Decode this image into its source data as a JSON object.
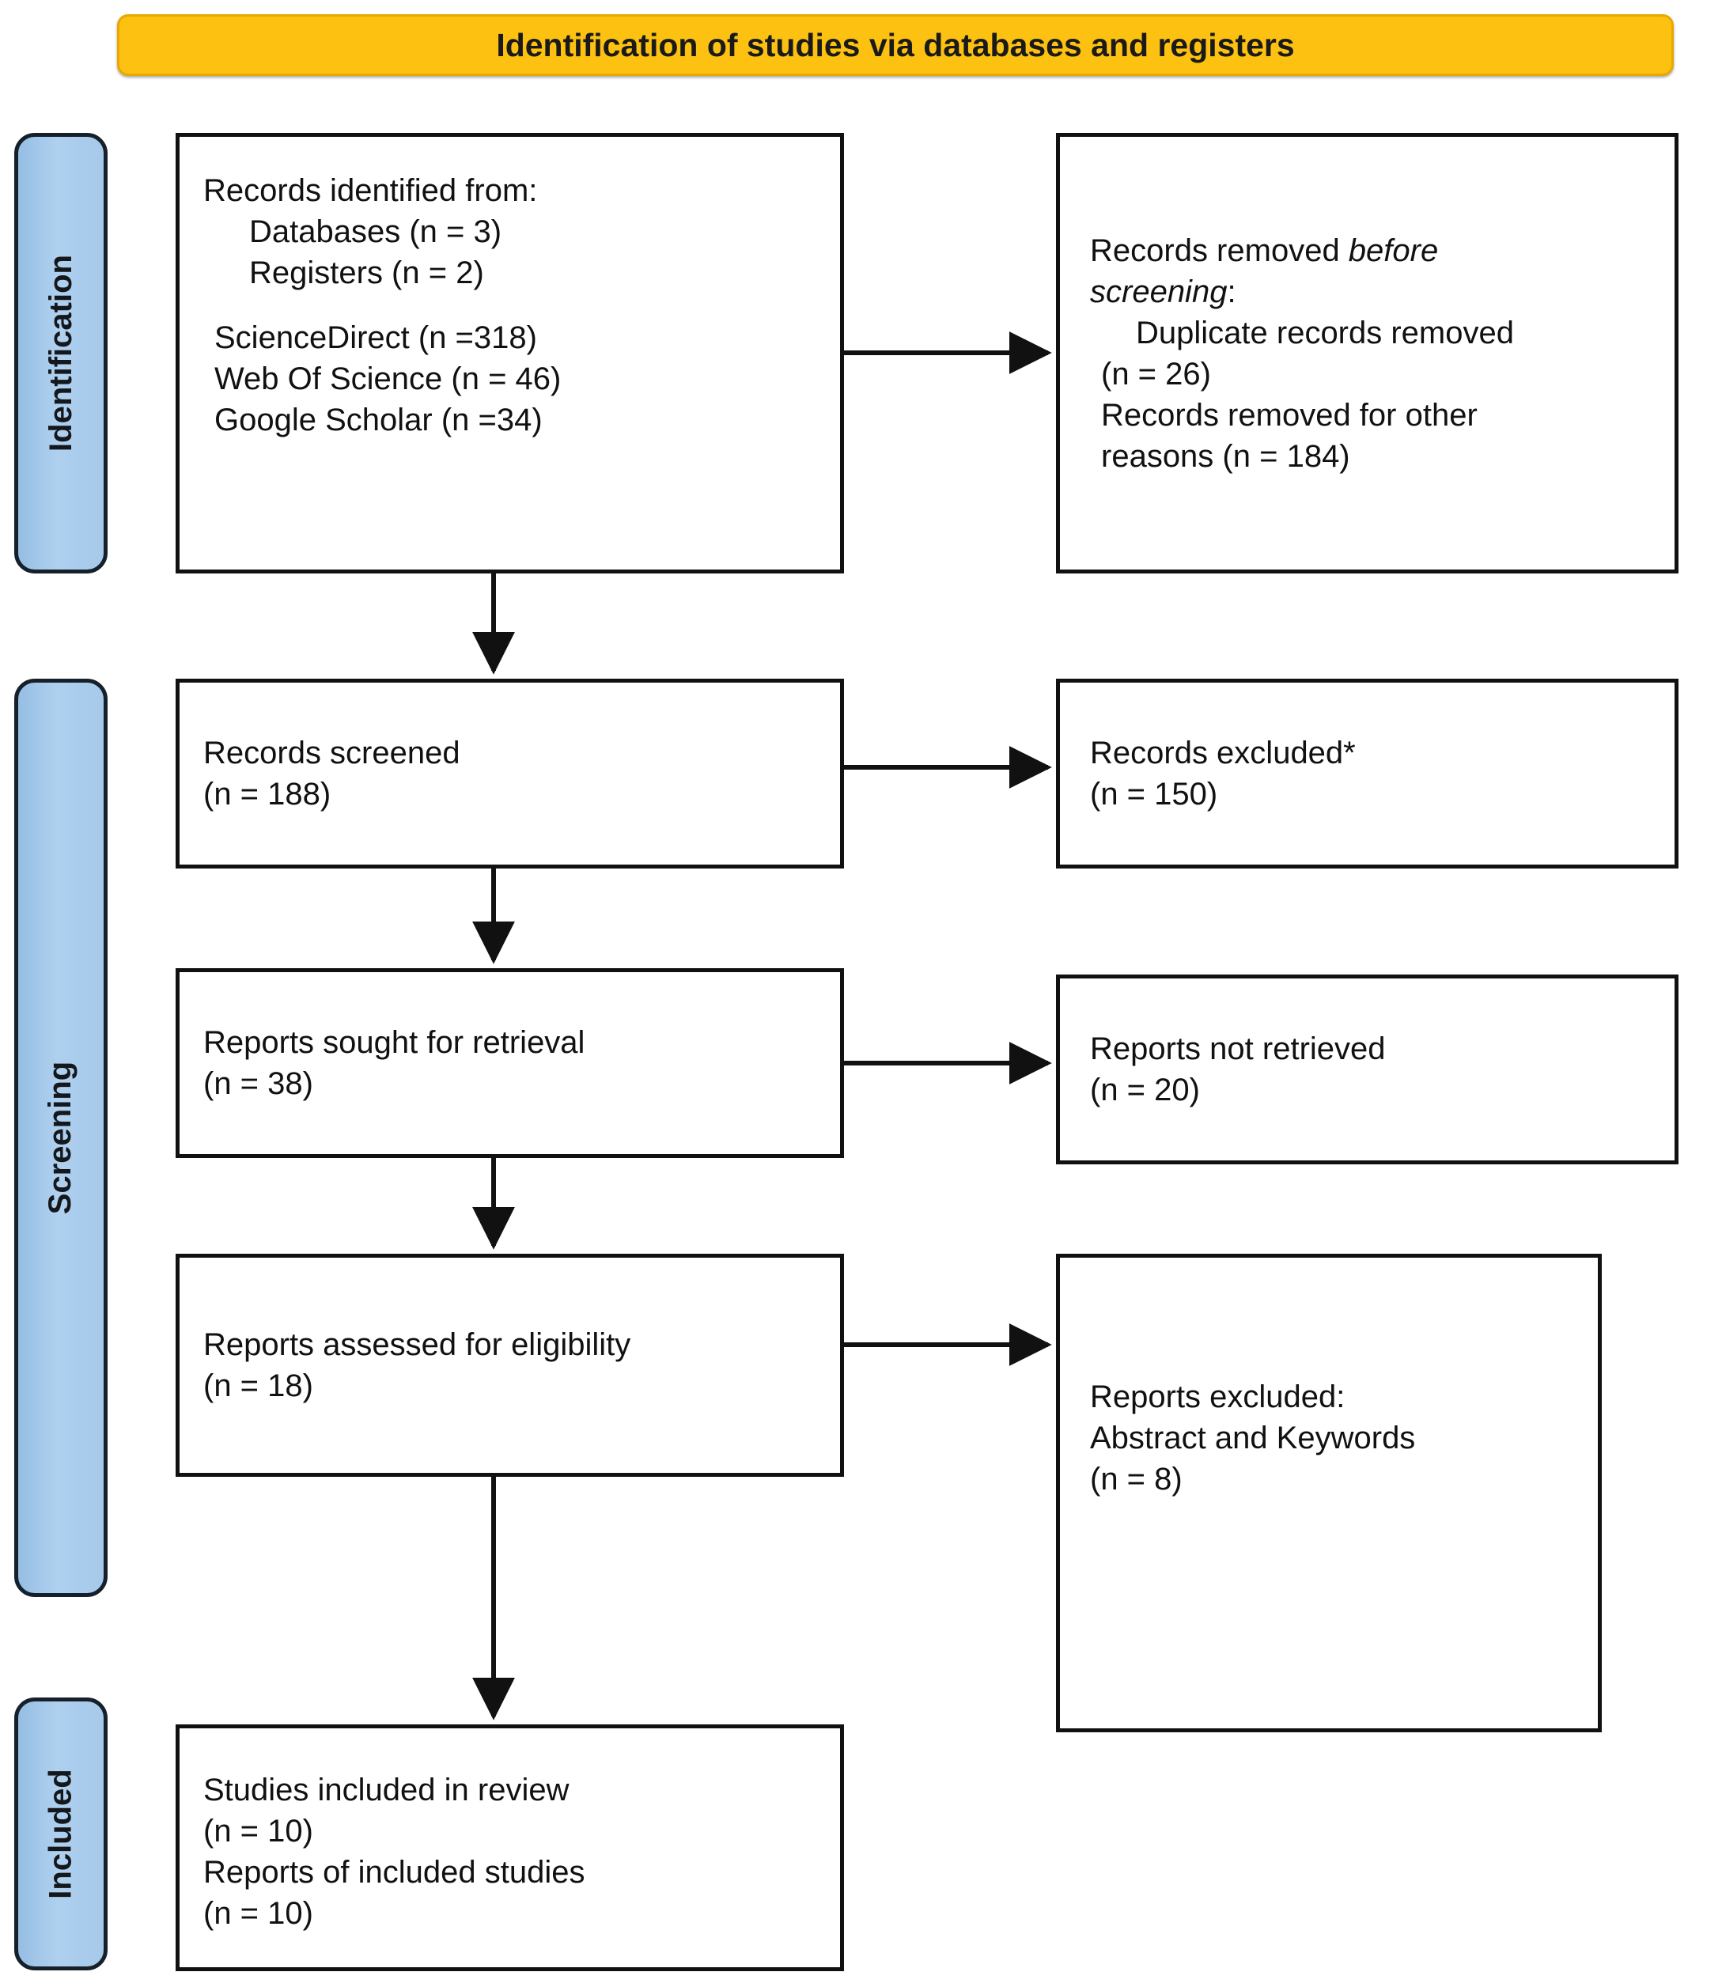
{
  "banner": {
    "title": "Identification of studies via databases and registers",
    "bg_color": "#FDC111"
  },
  "phases": [
    {
      "label": "Identification",
      "color": "#A6C9EA"
    },
    {
      "label": "Screening",
      "color": "#A6C9EA"
    },
    {
      "label": "Included",
      "color": "#A6C9EA"
    }
  ],
  "boxes": {
    "identified": {
      "l1": "Records identified from:",
      "l2": "Databases (n = 3)",
      "l3": "Registers (n = 2)",
      "l4": "ScienceDirect (n =318)",
      "l5": "Web Of Science (n = 46)",
      "l6": "Google Scholar (n =34)"
    },
    "removed_before_screening": {
      "l1a": "Records removed ",
      "l1b": "before",
      "l2a": "screening",
      "l2b": ":",
      "l3": "Duplicate records removed",
      "l4": "(n = 26)",
      "l5": "Records removed for other",
      "l6": "reasons (n = 184)"
    },
    "records_screened": {
      "l1": "Records screened",
      "l2": "(n = 188)"
    },
    "records_excluded": {
      "l1": "Records excluded*",
      "l2": "(n = 150)"
    },
    "reports_sought": {
      "l1": "Reports sought for retrieval",
      "l2": "(n = 38)"
    },
    "reports_not_retrieved": {
      "l1": "Reports not retrieved",
      "l2": "(n = 20)"
    },
    "reports_assessed": {
      "l1": "Reports assessed for eligibility",
      "l2": "(n = 18)"
    },
    "reports_excluded": {
      "l1": "Reports excluded:",
      "l2": " Abstract and Keywords",
      "l3": "(n = 8)"
    },
    "studies_included": {
      "l1": "Studies included in review",
      "l2": "(n = 10)",
      "l3": "Reports of included studies",
      "l4": "(n = 10)"
    }
  },
  "chart_data": {
    "type": "diagram",
    "title": "Identification of studies via databases and registers",
    "nodes": [
      {
        "id": "identified",
        "phase": "Identification",
        "counts": {
          "Databases": 3,
          "Registers": 2,
          "ScienceDirect": 318,
          "Web Of Science": 46,
          "Google Scholar": 34
        }
      },
      {
        "id": "removed_before_screening",
        "phase": "Identification",
        "counts": {
          "Duplicate records removed": 26,
          "Records removed for other reasons": 184
        }
      },
      {
        "id": "records_screened",
        "phase": "Screening",
        "counts": {
          "n": 188
        }
      },
      {
        "id": "records_excluded",
        "phase": "Screening",
        "counts": {
          "n": 150
        }
      },
      {
        "id": "reports_sought",
        "phase": "Screening",
        "counts": {
          "n": 38
        }
      },
      {
        "id": "reports_not_retrieved",
        "phase": "Screening",
        "counts": {
          "n": 20
        }
      },
      {
        "id": "reports_assessed",
        "phase": "Screening",
        "counts": {
          "n": 18
        }
      },
      {
        "id": "reports_excluded",
        "phase": "Screening",
        "counts": {
          "n": 8
        }
      },
      {
        "id": "studies_included",
        "phase": "Included",
        "counts": {
          "Studies included in review": 10,
          "Reports of included studies": 10
        }
      }
    ],
    "edges": [
      {
        "from": "identified",
        "to": "removed_before_screening",
        "dir": "right"
      },
      {
        "from": "identified",
        "to": "records_screened",
        "dir": "down"
      },
      {
        "from": "records_screened",
        "to": "records_excluded",
        "dir": "right"
      },
      {
        "from": "records_screened",
        "to": "reports_sought",
        "dir": "down"
      },
      {
        "from": "reports_sought",
        "to": "reports_not_retrieved",
        "dir": "right"
      },
      {
        "from": "reports_sought",
        "to": "reports_assessed",
        "dir": "down"
      },
      {
        "from": "reports_assessed",
        "to": "reports_excluded",
        "dir": "right"
      },
      {
        "from": "reports_assessed",
        "to": "studies_included",
        "dir": "down"
      }
    ]
  }
}
